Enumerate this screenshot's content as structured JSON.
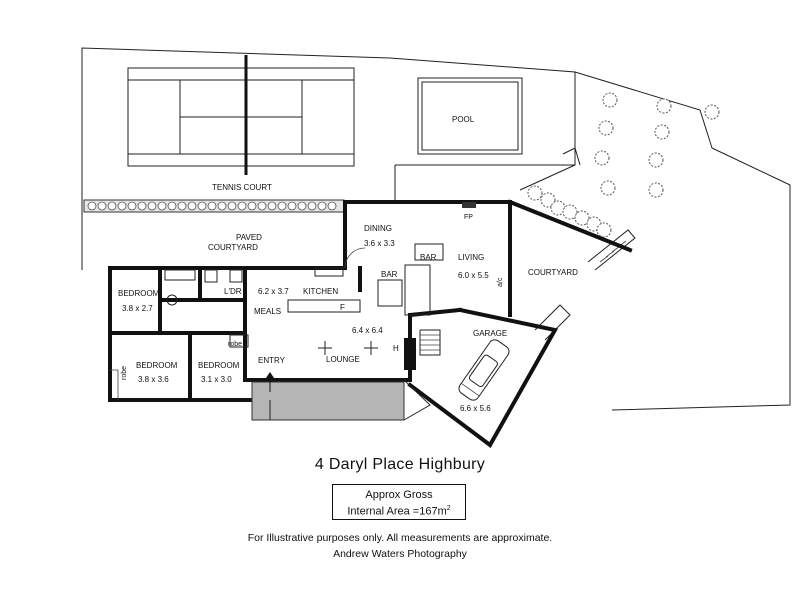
{
  "plan": {
    "tennis_court": "TENNIS COURT",
    "pool": "POOL",
    "paved_courtyard": [
      "PAVED",
      "COURTYARD"
    ],
    "dining": {
      "name": "DINING",
      "size": "3.6 x 3.3"
    },
    "fp": "FP",
    "bar_upper": "BAR",
    "bar_lower": "BAR",
    "living": {
      "name": "LIVING",
      "size": "6.0 x 5.5"
    },
    "ac": "a/c",
    "courtyard": "COURTYARD",
    "bedroom1": {
      "name": "BEDROOM",
      "size": "3.8 x 2.7"
    },
    "ldr": "L'DR",
    "kitchen": {
      "size": "6.2 x 3.7",
      "name": "KITCHEN"
    },
    "meals": "MEALS",
    "fridge": "F",
    "lounge": {
      "size": "6.4 x 6.4",
      "name": "LOUNGE"
    },
    "heater": "H",
    "garage": {
      "name": "GARAGE",
      "size": "6.6 x 5.6"
    },
    "robe_top": "robe",
    "robe_side": "robe",
    "bedroom2": {
      "name": "BEDROOM",
      "size": "3.8 x 3.6"
    },
    "bedroom3": {
      "name": "BEDROOM",
      "size": "3.1 x 3.0"
    },
    "entry": "ENTRY"
  },
  "title": "4 Daryl Place Highbury",
  "area": {
    "line1": "Approx Gross",
    "line2": "Internal Area =167m",
    "unit_sup": "2"
  },
  "disclaimer": "For Illustrative purposes only.  All measurements are approximate.",
  "credit": "Andrew Waters Photography"
}
